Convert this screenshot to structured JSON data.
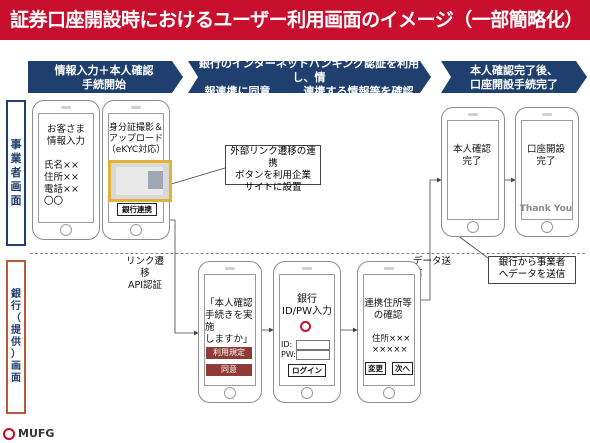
{
  "title": "証券口座開設時におけるユーザー利用画面のイメージ（一部簡略化）",
  "banners": {
    "step1": "情報入力＋本人確認\n手続開始",
    "step2": "銀行のインターネットバンキング認証を利用し、情\n報連携に同意　　　連携する情報等を確認",
    "step3": "本人確認完了後、\n口座開設手続完了"
  },
  "side_labels": {
    "business": "事\n業\n者\n画\n面",
    "bank": "銀\n行\n（\n提\n供\n）\n画\n面"
  },
  "phone1": {
    "text": "お客さま\n情報入力",
    "fields": "氏名××\n住所××\n電話××\n〇〇"
  },
  "phone2": {
    "text": "身分証撮影＆\nアップロード\n（eKYC対応）",
    "button": "銀行連携"
  },
  "phone3": {
    "text": "本人確認\n完了"
  },
  "phone4": {
    "text": "口座開設\n完了",
    "footer": "Thank You"
  },
  "phone5": {
    "text": "「本人確認\n手続きを実施\nしますか」",
    "btn_terms": "利用規定",
    "btn_agree": "同意"
  },
  "phone6": {
    "text": "銀行\nID/PW入力",
    "id_label": "ID:",
    "pw_label": "PW:",
    "login": "ログイン"
  },
  "phone7": {
    "text": "連携住所等\nの確認",
    "address": "住所×××\n×××××",
    "btn_change": "変更",
    "btn_next": "次へ"
  },
  "callouts": {
    "external_link": "外部リンク遷移の連携\nボタンを利用企業\nサイトに設置",
    "bank_to_business": "銀行から事業者\nへデータを送信"
  },
  "labels": {
    "link_api": "リンク遷移\nAPI認証",
    "data_send": "データ送信"
  },
  "logo": "MUFG",
  "colors": {
    "title_red": "#c8102e",
    "banner_navy": "#1f3f6e",
    "button_maroon": "#8e3a37",
    "id_border": "#e1b23a"
  }
}
